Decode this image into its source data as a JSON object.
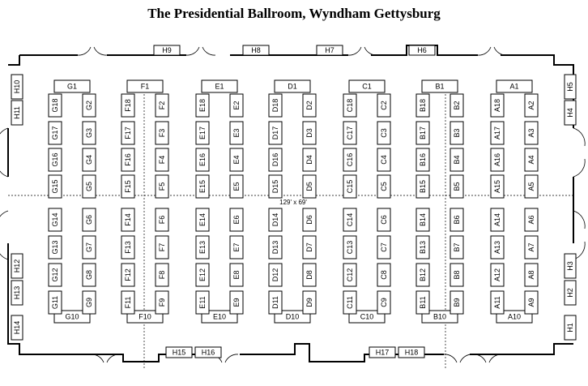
{
  "title": "The Presidential Ballroom, Wyndham Gettysburg",
  "dimensions": "129' x 69'",
  "rows": [
    {
      "head": "G1",
      "foot": "G10",
      "left_top": [
        "G18",
        "G17",
        "G16",
        "G15"
      ],
      "left_bot": [
        "G14",
        "G13",
        "G12",
        "G11"
      ],
      "right_top": [
        "G2",
        "G3",
        "G4",
        "G5"
      ],
      "right_bot": [
        "G6",
        "G7",
        "G8",
        "G9"
      ]
    },
    {
      "head": "F1",
      "foot": "F10",
      "left_top": [
        "F18",
        "F17",
        "F16",
        "F15"
      ],
      "left_bot": [
        "F14",
        "F13",
        "F12",
        "F11"
      ],
      "right_top": [
        "F2",
        "F3",
        "F4",
        "F5"
      ],
      "right_bot": [
        "F6",
        "F7",
        "F8",
        "F9"
      ]
    },
    {
      "head": "E1",
      "foot": "E10",
      "left_top": [
        "E18",
        "E17",
        "E16",
        "E15"
      ],
      "left_bot": [
        "E14",
        "E13",
        "E12",
        "E11"
      ],
      "right_top": [
        "E2",
        "E3",
        "E4",
        "E5"
      ],
      "right_bot": [
        "E6",
        "E7",
        "E8",
        "E9"
      ]
    },
    {
      "head": "D1",
      "foot": "D10",
      "left_top": [
        "D18",
        "D17",
        "D16",
        "D15"
      ],
      "left_bot": [
        "D14",
        "D13",
        "D12",
        "D11"
      ],
      "right_top": [
        "D2",
        "D3",
        "D4",
        "D5"
      ],
      "right_bot": [
        "D6",
        "D7",
        "D8",
        "D9"
      ]
    },
    {
      "head": "C1",
      "foot": "C10",
      "left_top": [
        "C18",
        "C17",
        "C16",
        "C15"
      ],
      "left_bot": [
        "C14",
        "C13",
        "C12",
        "C11"
      ],
      "right_top": [
        "C2",
        "C3",
        "C4",
        "C5"
      ],
      "right_bot": [
        "C6",
        "C7",
        "C8",
        "C9"
      ]
    },
    {
      "head": "B1",
      "foot": "B10",
      "left_top": [
        "B18",
        "B17",
        "B16",
        "B15"
      ],
      "left_bot": [
        "B14",
        "B13",
        "B12",
        "B11"
      ],
      "right_top": [
        "B2",
        "B3",
        "B4",
        "B5"
      ],
      "right_bot": [
        "B6",
        "B7",
        "B8",
        "B9"
      ]
    },
    {
      "head": "A1",
      "foot": "A10",
      "left_top": [
        "A18",
        "A17",
        "A16",
        "A15"
      ],
      "left_bot": [
        "A14",
        "A13",
        "A12",
        "A11"
      ],
      "right_top": [
        "A2",
        "A3",
        "A4",
        "A5"
      ],
      "right_bot": [
        "A6",
        "A7",
        "A8",
        "A9"
      ]
    }
  ],
  "perimeter": {
    "top": [
      "H9",
      "H8",
      "H7",
      "H6"
    ],
    "bottom": [
      "H15",
      "H16",
      "H17",
      "H18"
    ],
    "left": [
      "H10",
      "H11",
      "H12",
      "H13",
      "H14"
    ],
    "right": [
      "H5",
      "H4",
      "H3",
      "H2",
      "H1"
    ]
  }
}
